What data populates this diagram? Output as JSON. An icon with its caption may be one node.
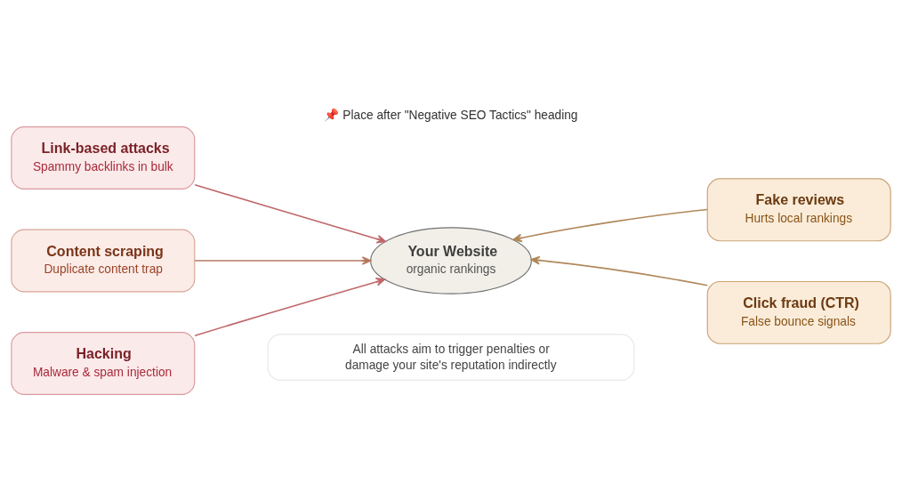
{
  "diagram": {
    "title": "📌 Place after \"Negative SEO Tactics\" heading",
    "nodes": [
      {
        "text": [
          "Link-based attacks",
          "Spammy backlinks in bulk"
        ]
      },
      {
        "text": [
          "Fake reviews",
          "Hurts local rankings"
        ]
      },
      {
        "text": [
          "Content scraping",
          "Duplicate content trap"
        ]
      },
      {
        "text": [
          "Your Website",
          "organic rankings"
        ]
      },
      {
        "text": [
          "Hacking",
          "Malware & spam injection"
        ]
      },
      {
        "text": [
          "Click fraud (CTR)",
          "False bounce signals"
        ]
      },
      {
        "text": [
          "All attacks aim to trigger penalties or damage your site's reputation indirectly"
        ]
      }
    ],
    "edges": [
      {
        "from": 0,
        "to": 3,
        "arrow": "to",
        "color": "#c0686a"
      },
      {
        "from": 1,
        "to": 3,
        "arrow": "to",
        "color": "#b0885a"
      },
      {
        "from": 2,
        "to": 3,
        "arrow": "to",
        "color": "#b87860"
      },
      {
        "from": 4,
        "to": 3,
        "arrow": "to",
        "color": "#c0686a"
      },
      {
        "from": 5,
        "to": 3,
        "arrow": "to",
        "color": "#b0885a"
      }
    ]
  }
}
